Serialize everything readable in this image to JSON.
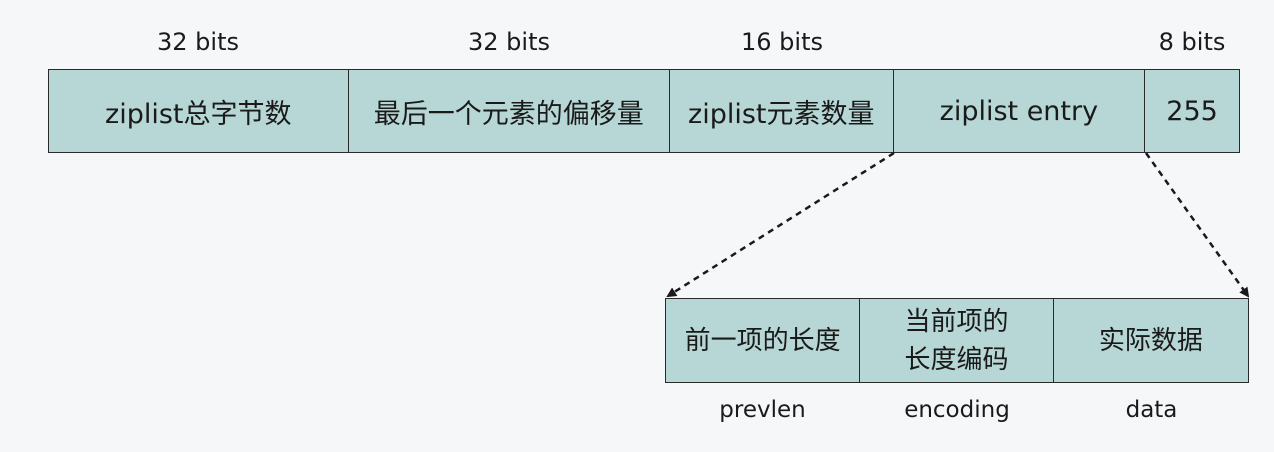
{
  "header_bits": [
    "32 bits",
    "32 bits",
    "16 bits",
    "8 bits"
  ],
  "ziplist_fields": [
    "ziplist总字节数",
    "最后一个元素的偏移量",
    "ziplist元素数量",
    "ziplist entry",
    "255"
  ],
  "entry_fields": [
    "前一项的长度",
    "当前项的\n长度编码",
    "实际数据"
  ],
  "entry_field_names": [
    "prevlen",
    "encoding",
    "data"
  ],
  "colors": {
    "cell_fill": "#b6d7d5",
    "border": "#2a2a2a",
    "background": "#f6f7f9"
  }
}
